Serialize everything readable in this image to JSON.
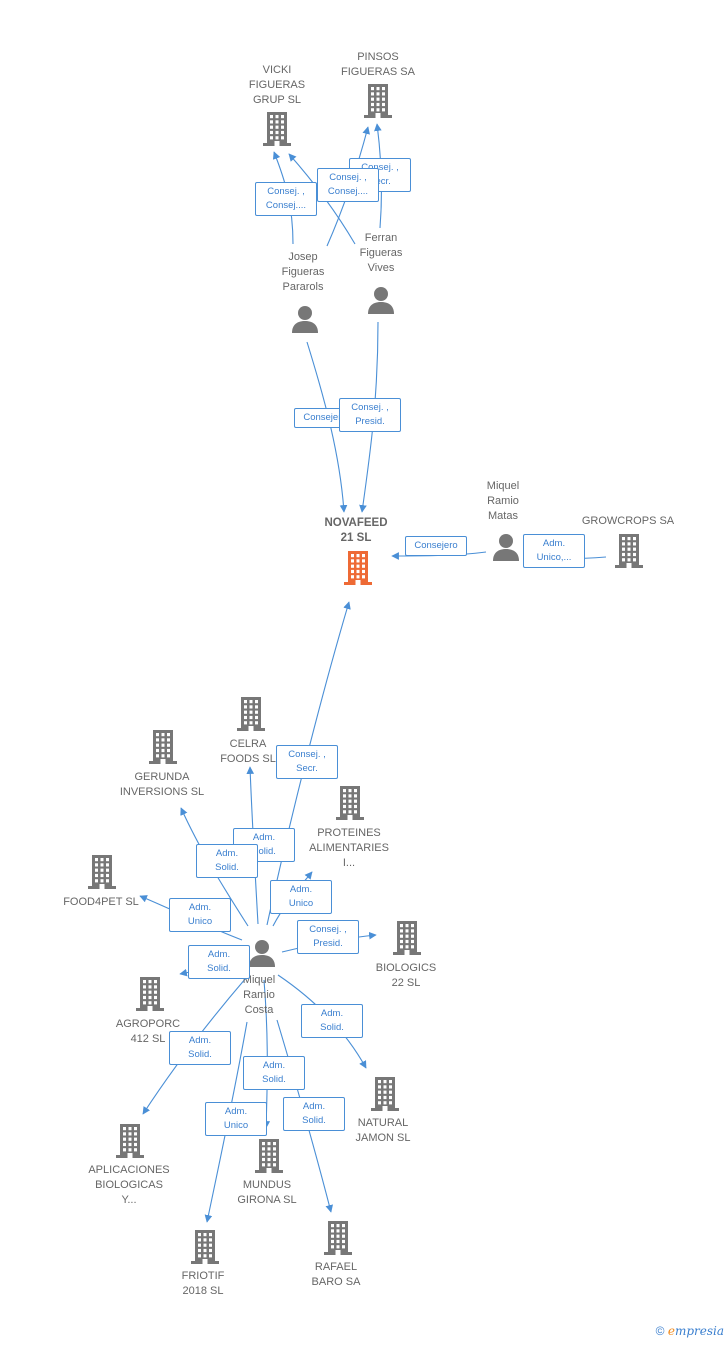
{
  "colors": {
    "node": "#777777",
    "focus": "#ee6a35",
    "edge": "#4a8fd6"
  },
  "nodes": [
    {
      "id": "vicki",
      "label": "VICKI\nFIGUERAS\nGRUP  SL",
      "kind": "company"
    },
    {
      "id": "pinsos",
      "label": "PINSOS\nFIGUERAS SA",
      "kind": "company"
    },
    {
      "id": "josep",
      "label": "Josep\nFigueras\nPararols",
      "kind": "person"
    },
    {
      "id": "ferran",
      "label": "Ferran\nFigueras\nVives",
      "kind": "person"
    },
    {
      "id": "novafeed",
      "label": "NOVAFEED\n21  SL",
      "kind": "company",
      "focus": true
    },
    {
      "id": "miquelm",
      "label": "Miquel\nRamio\nMatas",
      "kind": "person"
    },
    {
      "id": "growcrops",
      "label": "GROWCROPS SA",
      "kind": "company"
    },
    {
      "id": "celra",
      "label": "CELRA\nFOODS  SL",
      "kind": "company"
    },
    {
      "id": "gerunda",
      "label": "GERUNDA\nINVERSIONS SL",
      "kind": "company"
    },
    {
      "id": "proteines",
      "label": "PROTEINES\nALIMENTARIES\nI...",
      "kind": "company"
    },
    {
      "id": "food4pet",
      "label": "FOOD4PET  SL",
      "kind": "company"
    },
    {
      "id": "biologics",
      "label": "BIOLOGICS\n22  SL",
      "kind": "company"
    },
    {
      "id": "miquelc",
      "label": "Miquel\nRamio\nCosta",
      "kind": "person"
    },
    {
      "id": "agroporc",
      "label": "AGROPORC\n412 SL",
      "kind": "company"
    },
    {
      "id": "natural",
      "label": "NATURAL\nJAMON SL",
      "kind": "company"
    },
    {
      "id": "aplicaciones",
      "label": "APLICACIONES\nBIOLOGICAS\nY...",
      "kind": "company"
    },
    {
      "id": "mundus",
      "label": "MUNDUS\nGIRONA  SL",
      "kind": "company"
    },
    {
      "id": "friotif",
      "label": "FRIOTIF\n2018  SL",
      "kind": "company"
    },
    {
      "id": "rafael",
      "label": "RAFAEL\nBARO SA",
      "kind": "company"
    }
  ],
  "relations": [
    {
      "id": "r1",
      "from": "ferran",
      "to": "pinsos",
      "label": "Consej. ,\nSecr."
    },
    {
      "id": "r2",
      "from": "josep",
      "to": "pinsos",
      "label": "Consej. ,\nConsej...."
    },
    {
      "id": "r3",
      "from": "josep",
      "to": "vicki",
      "label": "Consej. ,\nConsej...."
    },
    {
      "id": "r4",
      "from": "josep",
      "to": "novafeed",
      "label": "Consejero"
    },
    {
      "id": "r5",
      "from": "ferran",
      "to": "novafeed",
      "label": "Consej. ,\nPresid."
    },
    {
      "id": "r6",
      "from": "miquelm",
      "to": "novafeed",
      "label": "Consejero"
    },
    {
      "id": "r7",
      "from": "growcrops",
      "to": "miquelm",
      "label": "Adm.\nUnico,..."
    },
    {
      "id": "r8",
      "from": "miquelc",
      "to": "novafeed",
      "label": "Consej. ,\nSecr."
    },
    {
      "id": "r9",
      "from": "miquelc",
      "to": "celra",
      "label": "Adm.\nSolid."
    },
    {
      "id": "r10",
      "from": "miquelc",
      "to": "gerunda",
      "label": "Adm.\nSolid."
    },
    {
      "id": "r11",
      "from": "miquelc",
      "to": "proteines",
      "label": "Adm.\nUnico"
    },
    {
      "id": "r12",
      "from": "miquelc",
      "to": "food4pet",
      "label": "Adm.\nUnico"
    },
    {
      "id": "r13",
      "from": "miquelc",
      "to": "biologics",
      "label": "Consej. ,\nPresid."
    },
    {
      "id": "r14",
      "from": "miquelc",
      "to": "agroporc",
      "label": "Adm.\nSolid."
    },
    {
      "id": "r15",
      "from": "miquelc",
      "to": "natural",
      "label": "Adm.\nSolid."
    },
    {
      "id": "r16",
      "from": "miquelc",
      "to": "aplicaciones",
      "label": "Adm.\nSolid."
    },
    {
      "id": "r17",
      "from": "miquelc",
      "to": "mundus",
      "label": "Adm.\nSolid."
    },
    {
      "id": "r18",
      "from": "miquelc",
      "to": "friotif",
      "label": "Adm.\nUnico"
    },
    {
      "id": "r19",
      "from": "miquelc",
      "to": "rafael",
      "label": "Adm.\nSolid."
    }
  ],
  "brand": {
    "copyright": "©",
    "initial": "e",
    "rest": "mpresia"
  }
}
